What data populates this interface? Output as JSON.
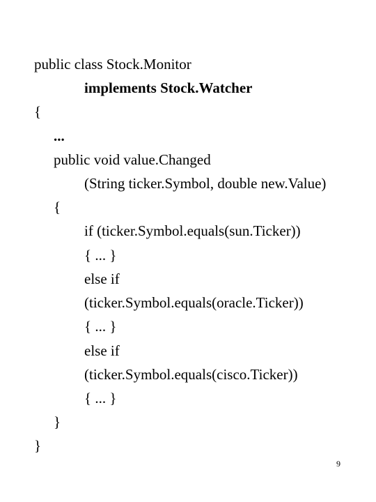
{
  "code": {
    "lines": [
      {
        "text": "public class Stock.Monitor"
      },
      {
        "text": "implements Stock.Watcher"
      },
      {
        "text": "{"
      },
      {
        "text": "..."
      },
      {
        "text": "public void value.Changed"
      },
      {
        "text": "(String ticker.Symbol, double new.Value)"
      },
      {
        "text": "{"
      },
      {
        "text": "if (ticker.Symbol.equals(sun.Ticker))"
      },
      {
        "text": "{ ... }"
      },
      {
        "text": "else if"
      },
      {
        "text": "(ticker.Symbol.equals(oracle.Ticker))"
      },
      {
        "text": "{ ... }"
      },
      {
        "text": "else if"
      },
      {
        "text": "(ticker.Symbol.equals(cisco.Ticker))"
      },
      {
        "text": "{ ... }"
      },
      {
        "text": "}"
      },
      {
        "text": "}"
      }
    ]
  },
  "page_number": "9"
}
